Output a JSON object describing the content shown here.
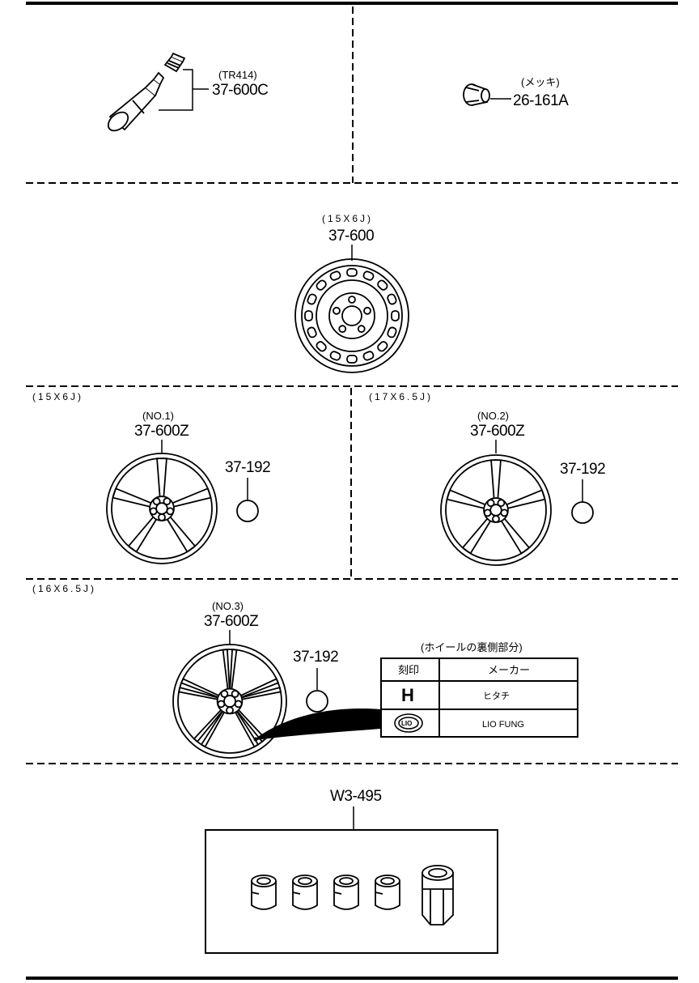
{
  "sections": {
    "valve": {
      "spec": "(TR414)",
      "part_number": "37-600C"
    },
    "lug_nut": {
      "spec": "(メッキ)",
      "part_number": "26-161A"
    },
    "steel_wheel": {
      "size": "(15X6J)",
      "part_number": "37-600"
    },
    "alloy_15": {
      "size": "(15X6J)",
      "variant": "(NO.1)",
      "part_number": "37-600Z",
      "cap_part_number": "37-192"
    },
    "alloy_17": {
      "size": "(17X6.5J)",
      "variant": "(NO.2)",
      "part_number": "37-600Z",
      "cap_part_number": "37-192"
    },
    "alloy_16": {
      "size": "(16X6.5J)",
      "variant": "(NO.3)",
      "part_number": "37-600Z",
      "cap_part_number": "37-192"
    },
    "lock_set": {
      "part_number": "W3-495"
    }
  },
  "maker_table": {
    "title": "(ホイールの裏側部分)",
    "headers": [
      "刻印",
      "メーカー"
    ],
    "rows": [
      {
        "mark": "H",
        "maker": "ヒタチ"
      },
      {
        "mark": "LIO",
        "maker": "LIO FUNG"
      }
    ]
  }
}
